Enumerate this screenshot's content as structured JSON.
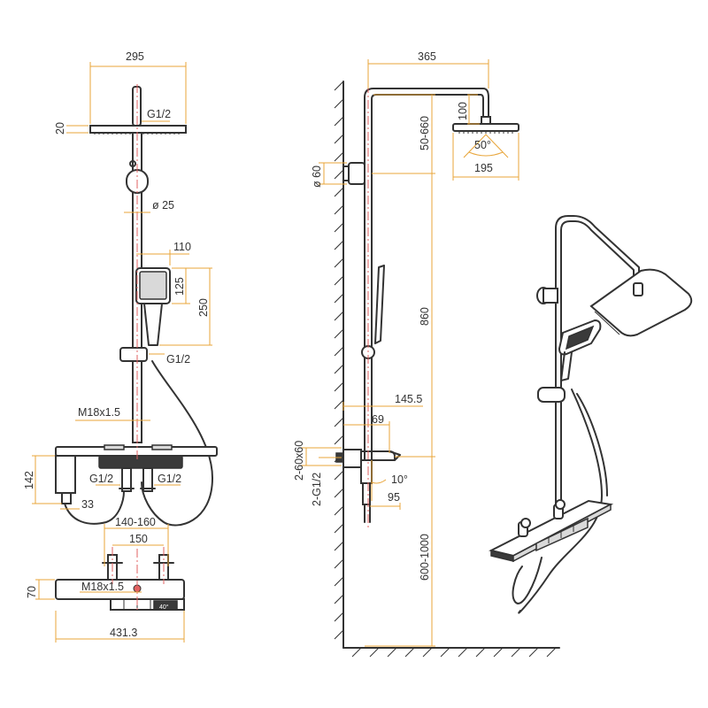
{
  "colors": {
    "line": "#333333",
    "dimension": "#e8a53a",
    "centerline": "#e26060",
    "background": "#ffffff"
  },
  "front_view": {
    "head_width": "295",
    "head_thickness": "20",
    "head_thread": "G1/2",
    "pipe_diameter": "ø 25",
    "hand_width": "110",
    "hand_head_height": "125",
    "hand_total_height": "250",
    "holder_thread": "G1/2",
    "outlet_thread": "M18x1.5",
    "valve_height": "142",
    "inlet_left": "G1/2",
    "inlet_right": "G1/2",
    "spout_offset": "33"
  },
  "top_view": {
    "center_range": "140-160",
    "center_distance": "150",
    "depth": "70",
    "outlet_thread": "M18x1.5",
    "total_width": "431.3",
    "temp_label": "40°"
  },
  "side_view": {
    "arm_projection": "365",
    "head_drop": "100",
    "adjust_range": "50-660",
    "flange_diameter": "ø 60",
    "spray_angle": "50°",
    "head_size": "195",
    "rail_height": "860",
    "valve_depth": "145.5",
    "shelf_depth": "69",
    "inlet_spacing": "2-60x60",
    "inlet_thread": "2-G1/2",
    "tilt_angle": "10°",
    "spout_length": "95",
    "mount_height": "600-1000"
  }
}
